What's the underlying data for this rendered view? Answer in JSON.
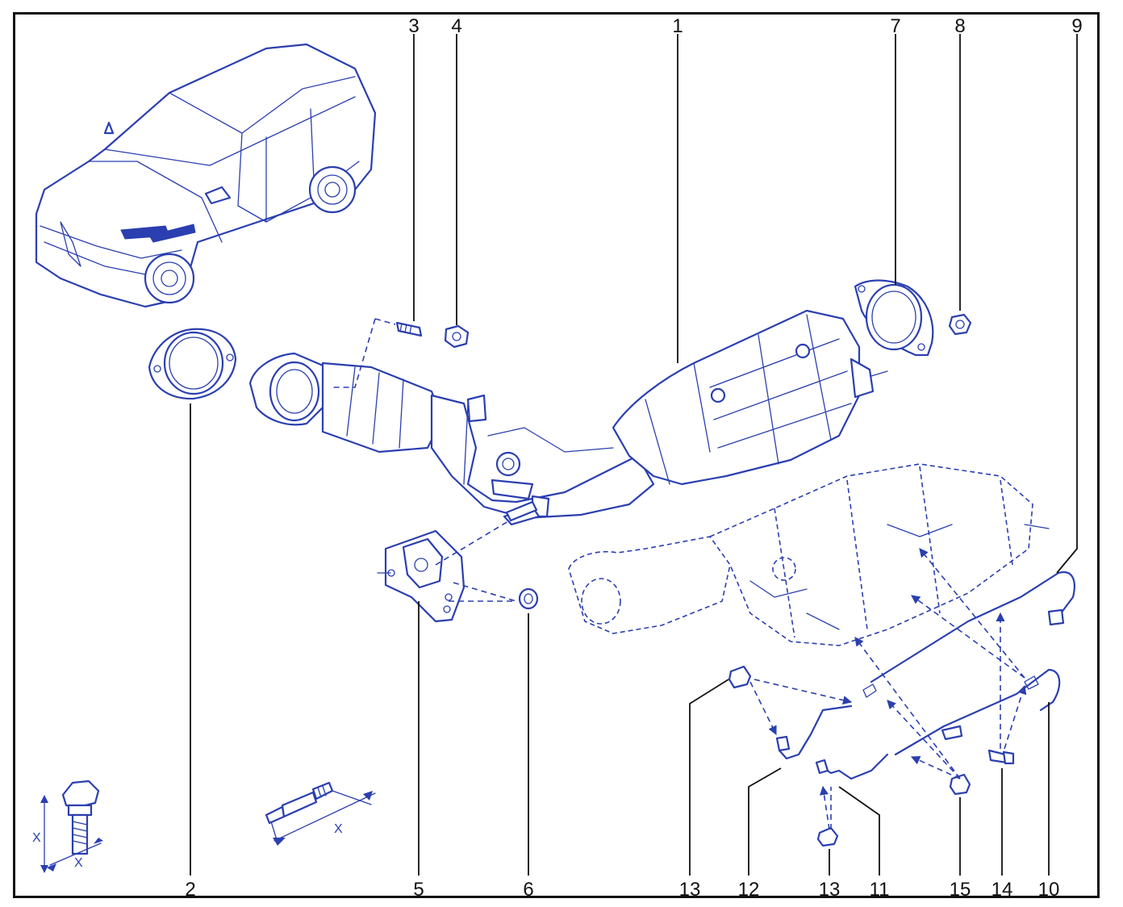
{
  "figure": {
    "callouts": [
      "1",
      "2",
      "3",
      "4",
      "5",
      "6",
      "7",
      "8",
      "9",
      "10",
      "11",
      "12",
      "13",
      "13",
      "14",
      "15"
    ],
    "dimension_labels": {
      "bolt_length": "X",
      "bolt_width": "X",
      "stud_length": "X"
    },
    "colors": {
      "line_art": "#2b3fb0",
      "leader": "#111111",
      "frame": "#111111"
    }
  }
}
